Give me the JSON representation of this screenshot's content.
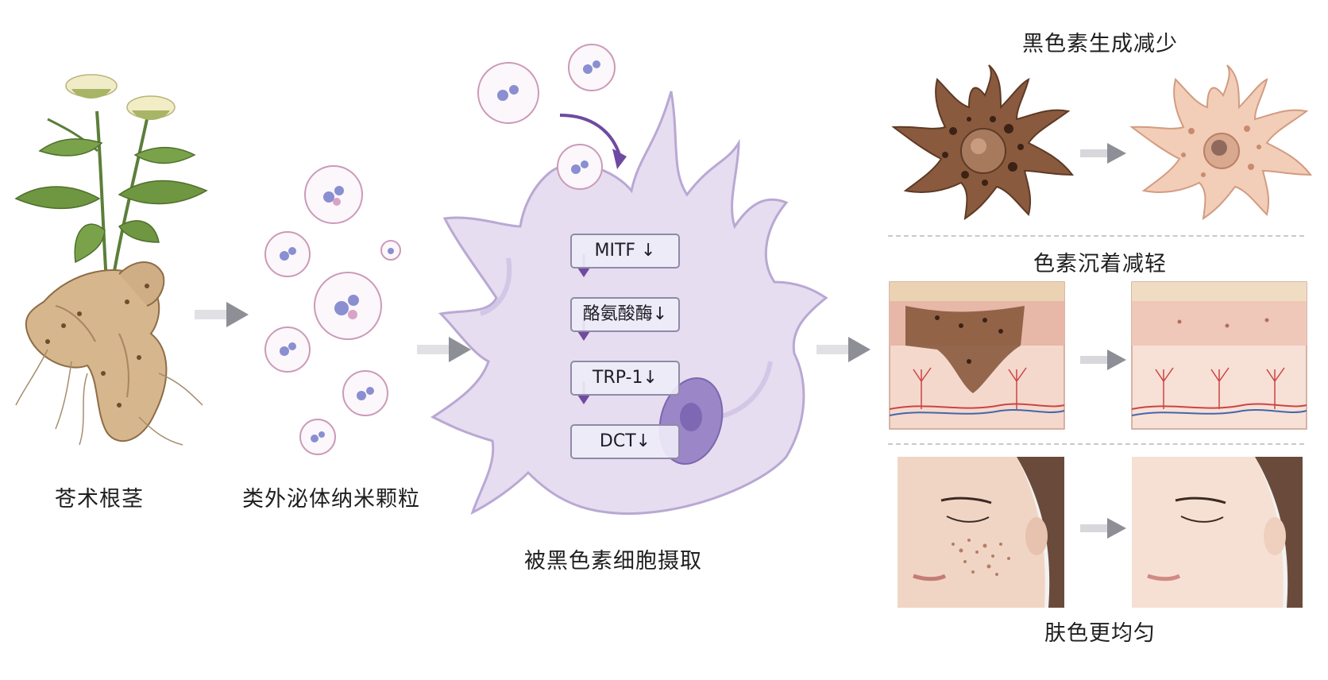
{
  "labels": {
    "rhizome": "苍术根茎",
    "exosome": "类外泌体纳米颗粒",
    "uptake": "被黑色素细胞摄取",
    "melanin_reduced": "黑色素生成减少",
    "pigment_reduced": "色素沉着减轻",
    "skin_even": "肤色更均匀"
  },
  "pathway": [
    "MITF ↓",
    "酪氨酸酶↓",
    "TRP-1↓",
    "DCT↓"
  ],
  "colors": {
    "arrow_gray": "#8e8e96",
    "cell_lilac": "#e6ddf0",
    "cell_outline": "#b9a8d3",
    "pathway_arrow": "#6f4aa0",
    "nucleus": "#9b86c8",
    "melanocyte_dark": "#8a5a3e",
    "melanocyte_light": "#f2cdb8"
  }
}
